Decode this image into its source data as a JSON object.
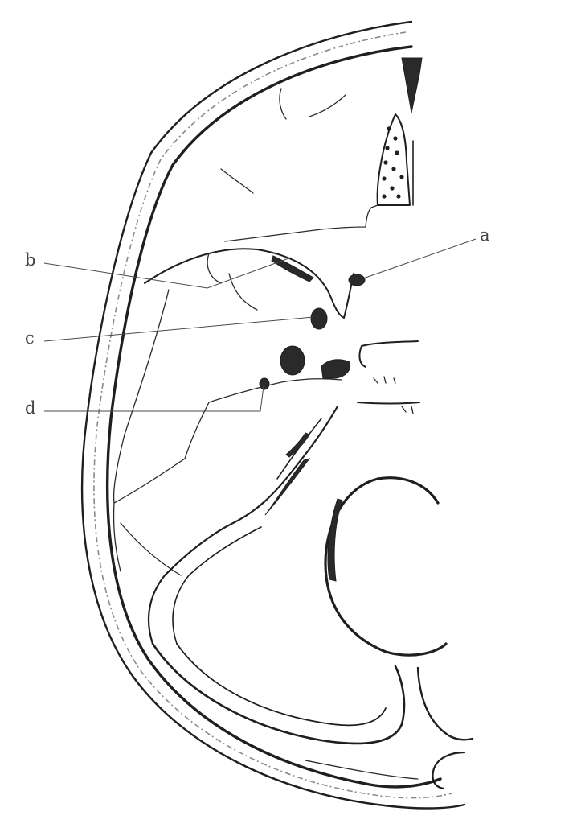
{
  "labels": {
    "a": "a",
    "b": "b",
    "c": "c",
    "d": "d"
  },
  "colors": {
    "ink": "#1f1f1f",
    "label_text": "#444444",
    "diploe": "#8a8a8a",
    "background": "#ffffff"
  }
}
